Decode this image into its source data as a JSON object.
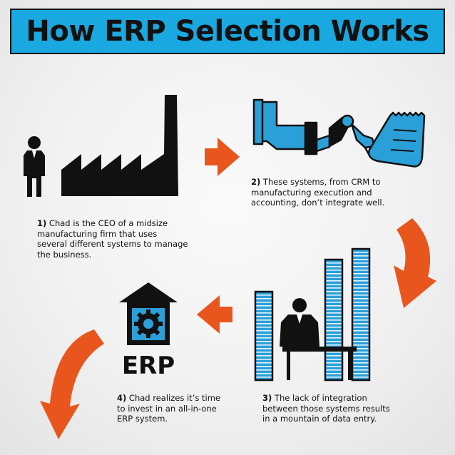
{
  "title": "How ERP Selection Works",
  "erp_label": "ERP",
  "steps": [
    {
      "number": "1)",
      "lines": [
        "Chad is the CEO of a midsize",
        "manufacturing firm that uses",
        "several different systems to manage",
        "the business."
      ]
    },
    {
      "number": "2)",
      "lines": [
        "These systems, from CRM to",
        "manufacturing execution and",
        "accounting, don’t integrate well."
      ]
    },
    {
      "number": "3)",
      "lines": [
        "The lack of integration",
        "between those systems results",
        "in a mountain of data entry."
      ]
    },
    {
      "number": "4)",
      "lines": [
        "Chad realizes it’s time",
        "to invest in an all-in-one",
        "ERP system."
      ]
    }
  ],
  "colors": {
    "title_bg": "#1aa8e0",
    "accent_orange": "#e8561e",
    "blue": "#2a9fd8",
    "ink": "#111111"
  },
  "icons": [
    "businessman-icon",
    "factory-icon",
    "arrow-right-icon",
    "robot-arm-icon",
    "paper-receipt-icon",
    "curved-arrow-down-icon",
    "paper-stack-icon",
    "person-at-desk-icon",
    "arrow-left-icon",
    "erp-house-gear-icon",
    "curved-arrow-down-left-icon"
  ]
}
